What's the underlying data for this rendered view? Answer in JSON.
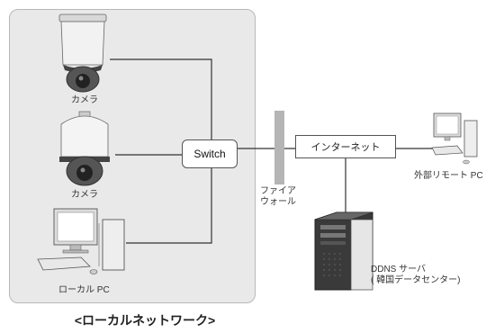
{
  "camera1_label": "カメラ",
  "camera2_label": "カメラ",
  "local_pc_label": "ローカル PC",
  "switch_label": "Switch",
  "firewall_label": "ファイア\nウォール",
  "internet_label": "インターネット",
  "remote_pc_label": "外部リモート PC",
  "ddns_label": "DDNS サーバ\n( 韓国データセンター)",
  "caption": "<ローカルネットワーク>"
}
